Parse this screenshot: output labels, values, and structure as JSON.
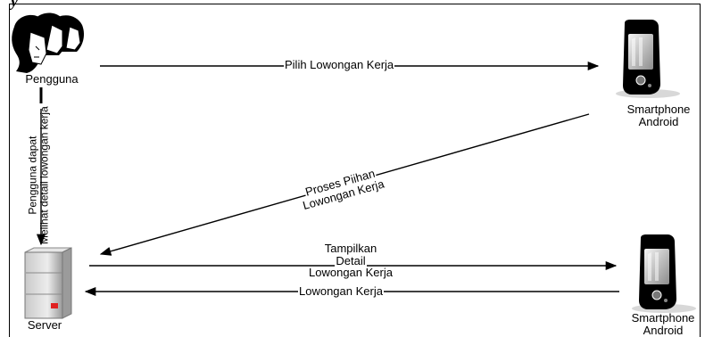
{
  "diagram": {
    "partial_heading": "y",
    "nodes": {
      "user_label": "Pengguna",
      "phone_top_label": "Smartphone\nAndroid",
      "phone_bottom_label": "Smartphone\nAndroid",
      "server_label": "Server"
    },
    "edges": {
      "select_job": "Pilih Lowongan Kerja",
      "process_line1": "Proses Piihan",
      "process_line2": "Lowongan Kerja",
      "user_view_line1": "Pengguna dapat",
      "user_view_line2": "Melihat detail lowongan kerja",
      "show_detail_line1": "Tampilkan",
      "show_detail_line2": "Detail",
      "show_detail_line3": "Lowongan Kerja",
      "return_job": "Lowongan Kerja"
    }
  }
}
